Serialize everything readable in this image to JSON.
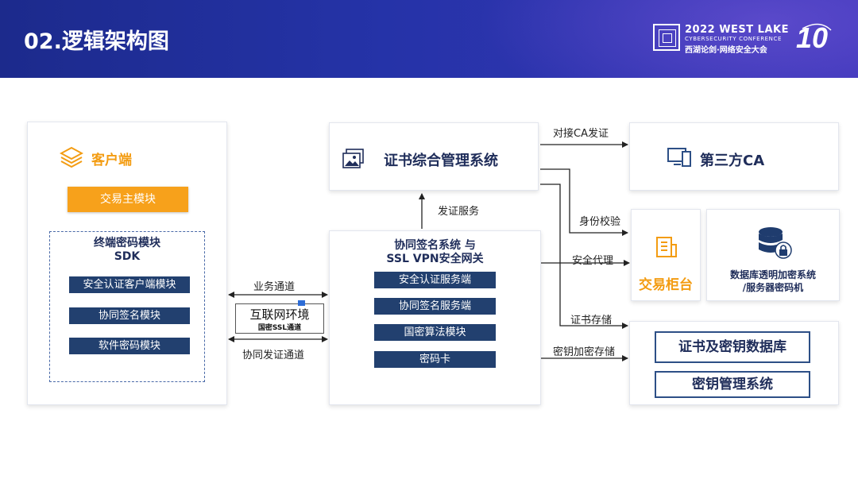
{
  "header": {
    "title": "02.逻辑架构图"
  },
  "logo": {
    "line1": "2022 WEST LAKE",
    "line2": "CYBERSECURITY CONFERENCE",
    "line3": "西湖论剑·网络安全大会",
    "mark": "10"
  },
  "client": {
    "title": "客户端",
    "main_module": "交易主模块",
    "sdk_title": "终端密码模块\nSDK",
    "modules": [
      "安全认证客户端模块",
      "协同签名模块",
      "软件密码模块"
    ]
  },
  "cert_mgmt": {
    "title": "证书综合管理系统"
  },
  "collab": {
    "title": "协同签名系统 与\nSSL VPN安全网关",
    "modules": [
      "安全认证服务端",
      "协同签名服务端",
      "国密算法模块",
      "密码卡"
    ]
  },
  "third_ca": {
    "title": "第三方CA"
  },
  "counter": {
    "title": "交易柜台"
  },
  "db_encrypt": {
    "title": "数据库透明加密系统\n/服务器密码机"
  },
  "key_store": {
    "db": "证书及密钥数据库",
    "mgmt": "密钥管理系统"
  },
  "internet": {
    "title": "互联网环境",
    "sub": "国密SSL通道"
  },
  "links": {
    "ca_issue": "对接CA发证",
    "issue_service": "发证服务",
    "identity_check": "身份校验",
    "security_proxy": "安全代理",
    "cert_storage": "证书存储",
    "key_encrypt_storage": "密钥加密存储",
    "business_channel": "业务通道",
    "collab_cert_channel": "协同发证通道"
  },
  "colors": {
    "navy": "#22406f",
    "orange": "#f39c12",
    "header": "#2533a8"
  }
}
